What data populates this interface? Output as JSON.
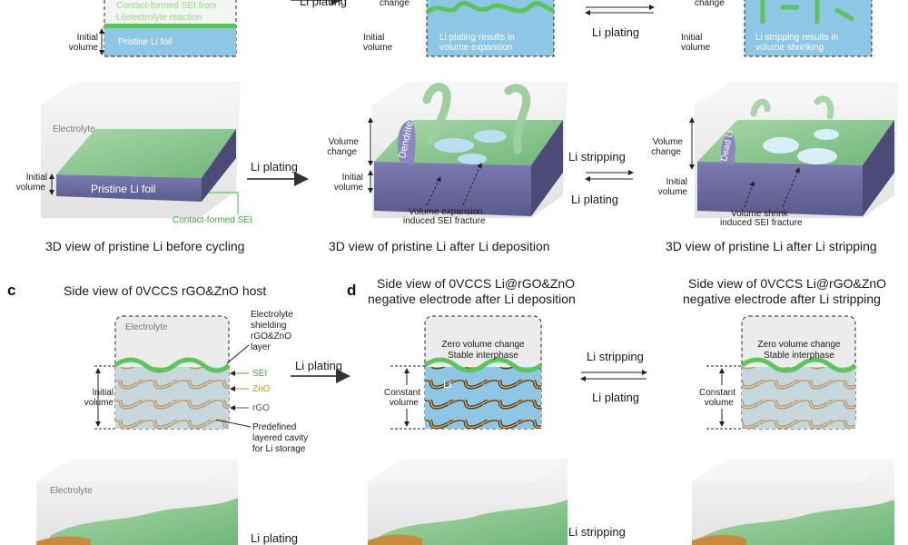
{
  "panel_a_side": {
    "sei_label": "Contact-formed SEI from",
    "sei_label_2": "Li|electrolyte reaction",
    "initial_volume": "Initial",
    "initial_volume_2": "volume",
    "foil_label": "Pristine Li foil",
    "volume_change": "change",
    "plating_expansion": "Li plating results in",
    "plating_expansion_2": "volume  expansion",
    "stripping_shrink": "Li stripping results in",
    "stripping_shrink_2": "volume  shrinking",
    "arrow_plating": "Li plating"
  },
  "panel_b_3d": {
    "electrolyte": "Electrolyte",
    "initial_volume": "Initial",
    "initial_volume_2": "volume",
    "foil_label": "Pristine Li foil",
    "contact_sei": "Contact-formed SEI",
    "arrow_plating": "Li plating",
    "volume_change": "Volume",
    "volume_change_2": "change",
    "dendrite": "Dendrite",
    "volume_expansion": "Volume expansion",
    "volume_expansion_2": "induced SEI fracture",
    "arrow_stripping": "Li stripping",
    "arrow_plating_2": "Li plating",
    "dead_li": "Dead Li",
    "volume_shrink": "Volume shrink",
    "volume_shrink_2": "induced SEI fracture",
    "caption_1": "3D view of pristine Li before cycling",
    "caption_2": "3D view of pristine Li after Li deposition",
    "caption_3": "3D view of pristine Li after Li stripping"
  },
  "panel_c": {
    "letter": "c",
    "title": "Side view of 0VCCS rGO&ZnO host",
    "electrolyte": "Electrolyte",
    "shielding_1": "Electrolyte",
    "shielding_2": "shielding",
    "shielding_3": "rGO&ZnO",
    "shielding_4": "layer",
    "sei": "SEI",
    "zno": "ZnO",
    "rgo": "rGO",
    "cavity_1": "Predefined",
    "cavity_2": "layered cavity",
    "cavity_3": "for Li storage",
    "initial_volume": "Initial",
    "initial_volume_2": "volume",
    "arrow_plating": "Li plating"
  },
  "panel_d": {
    "letter": "d",
    "title_1a": "Side view of 0VCCS Li@rGO&ZnO",
    "title_1b": "negative electrode after Li deposition",
    "title_2a": "Side view of 0VCCS Li@rGO&ZnO",
    "title_2b": "negative electrode after Li stripping",
    "zero_vol": "Zero volume change",
    "stable": "Stable interphase",
    "li": "Li",
    "constant_volume": "Constant",
    "constant_volume_2": "volume",
    "arrow_stripping": "Li stripping",
    "arrow_plating": "Li plating"
  },
  "panel_bottom": {
    "electrolyte": "Electrolyte",
    "arrow_plating": "Li plating",
    "arrow_stripping": "Li stripping"
  },
  "colors": {
    "sei_green": "#5cc45a",
    "li_blue": "#8ec7e6",
    "foil_purple": "#6b6a9e",
    "zno_orange": "#e0a64a",
    "rgo_dark": "#3a3a3a",
    "electrolyte_grey": "#ececec"
  }
}
